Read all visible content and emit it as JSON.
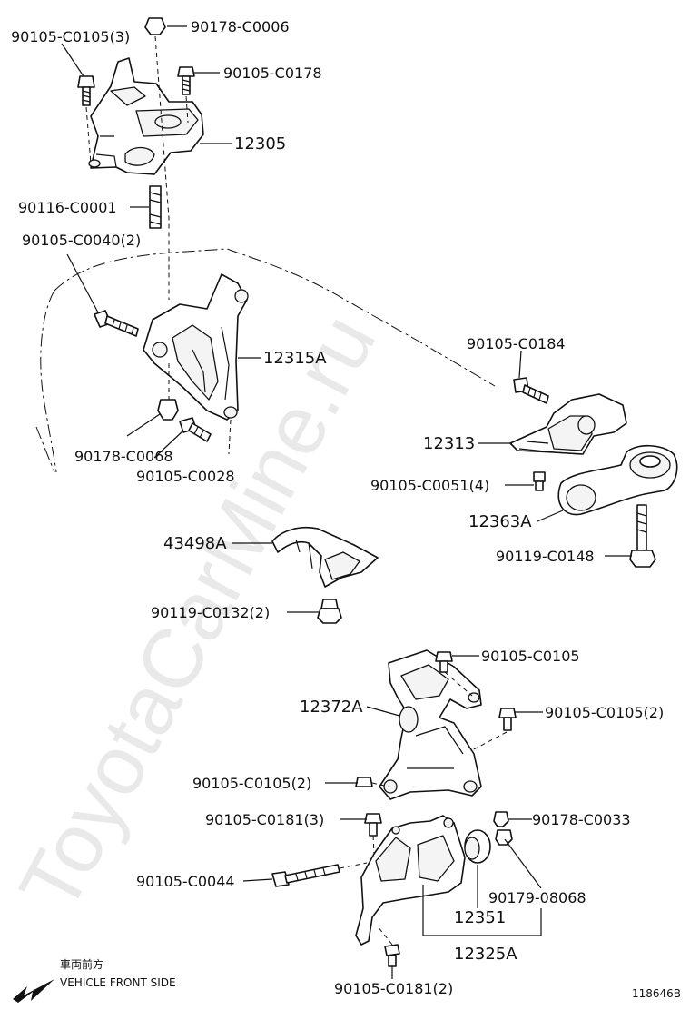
{
  "watermark": "ToyotaCarMine.ru",
  "diagram_id": "118646B",
  "direction": {
    "label_jp": "車両前方",
    "label_en": "VEHICLE FRONT SIDE"
  },
  "labels": {
    "p90105_C0105_3": "90105-C0105(3)",
    "p90178_C0006": "90178-C0006",
    "p90105_C0178": "90105-C0178",
    "p12305": "12305",
    "p90116_C0001": "90116-C0001",
    "p90105_C0040_2": "90105-C0040(2)",
    "p12315A": "12315A",
    "p90178_C0068": "90178-C0068",
    "p90105_C0028": "90105-C0028",
    "p90105_C0184": "90105-C0184",
    "p12313": "12313",
    "p90105_C0051_4": "90105-C0051(4)",
    "p12363A": "12363A",
    "p90119_C0148": "90119-C0148",
    "p43498A": "43498A",
    "p90119_C0132_2": "90119-C0132(2)",
    "p90105_C0105_a": "90105-C0105",
    "p12372A": "12372A",
    "p90105_C0105_2a": "90105-C0105(2)",
    "p90105_C0105_2b": "90105-C0105(2)",
    "p90105_C0181_3": "90105-C0181(3)",
    "p90178_C0033": "90178-C0033",
    "p90105_C0044": "90105-C0044",
    "p90179_08068": "90179-08068",
    "p12351": "12351",
    "p12325A": "12325A",
    "p90105_C0181_2": "90105-C0181(2)"
  }
}
